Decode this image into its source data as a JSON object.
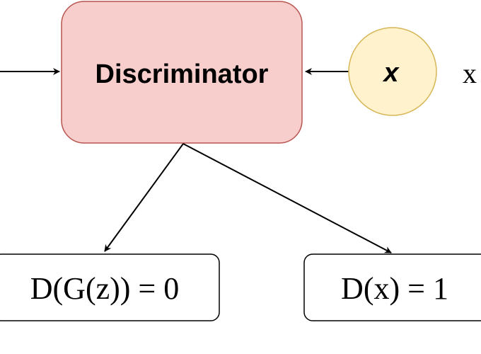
{
  "colors": {
    "discriminator_fill": "#f8cecc",
    "discriminator_stroke": "#b85450",
    "input_fill": "#fff2cc",
    "input_stroke": "#d6b656",
    "output_fill": "#ffffff",
    "output_stroke": "#000000",
    "arrow": "#000000"
  },
  "discriminator": {
    "label": "Discriminator"
  },
  "input_node": {
    "label": "x"
  },
  "side_label": "x",
  "left_partial_glyph": "D",
  "outputs": {
    "fake": "D(G(z)) = 0",
    "real": "D(x) = 1"
  }
}
